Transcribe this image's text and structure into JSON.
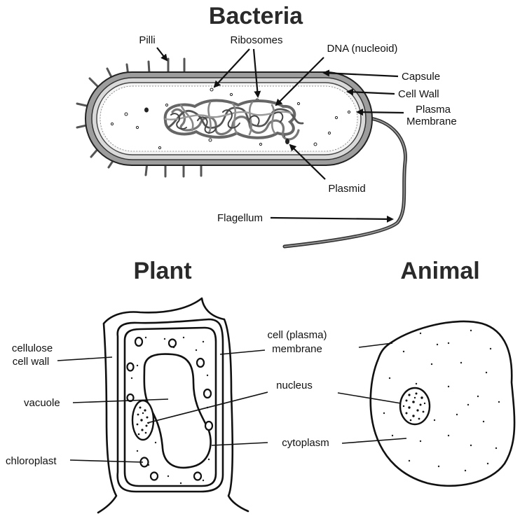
{
  "headings": {
    "bacteria": "Bacteria",
    "plant": "Plant",
    "animal": "Animal"
  },
  "bacteria_labels": {
    "pilli": "Pilli",
    "ribosomes": "Ribosomes",
    "dna": "DNA (nucleoid)",
    "capsule": "Capsule",
    "cell_wall": "Cell Wall",
    "plasma_line1": "Plasma",
    "plasma_line2": "Membrane",
    "plasmid": "Plasmid",
    "flagellum": "Flagellum"
  },
  "plant_labels": {
    "cellulose_line1": "cellulose",
    "cellulose_line2": "cell wall",
    "vacuole": "vacuole",
    "chloroplast": "chloroplast"
  },
  "shared_labels": {
    "membrane_line1": "cell (plasma)",
    "membrane_line2": "membrane",
    "nucleus": "nucleus",
    "cytoplasm": "cytoplasm"
  }
}
